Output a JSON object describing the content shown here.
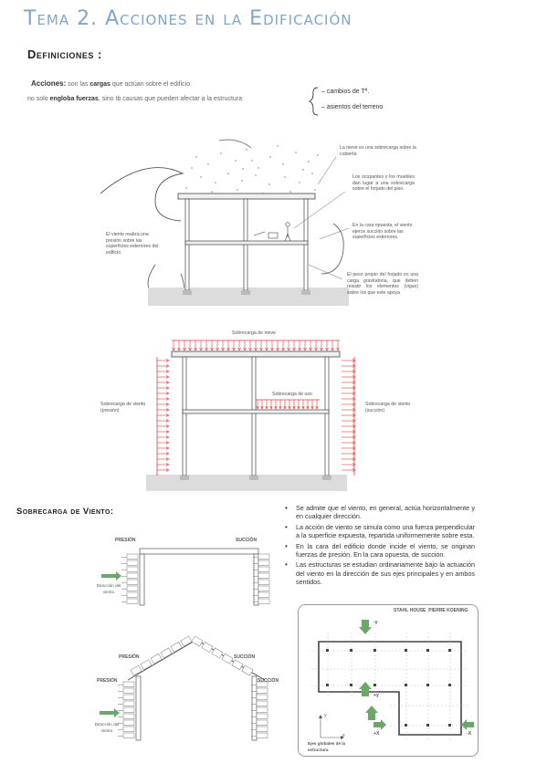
{
  "title": "Tema 2. Acciones en la Edificación",
  "definitions": {
    "heading": "Definiciones :",
    "acciones_label": "Acciones:",
    "acciones_text_a": "son las",
    "acciones_word_cargas": "cargas",
    "acciones_text_b": "que actúan sobre el edificio.",
    "line2_a": "no solo",
    "line2_word": "engloba fuerzas",
    "line2_b": ", sino tb causas que pueden afectar a la estructura",
    "brace_item_1": "– cambios de Tª.",
    "brace_item_2": "– asientos del terreno"
  },
  "figure1": {
    "note_snow": "La nieve es una sobrecarga sobre la cubierta",
    "note_occupants": "Los ocupantes y los muebles dan lugar a una sobrecarga sobre el forjado del piso.",
    "note_suction": "En la cara opuesta, el viento ejerce succión sobre las superficies exteriores.",
    "note_pressure": "El viento realiza una presión sobre las superficies exteriores del edificio",
    "note_selfweight": "El peso propio del forjado es una carga gravitatoria, que deben resistir los elementos (vigas) sobre los que este apoya"
  },
  "figure2": {
    "snow_label": "Sobrecarga de nieve",
    "use_label": "Sobrecarga de uso",
    "wind_pressure_label": "Sobrecarga de viento (presión)",
    "wind_suction_label": "Sobrecarga de viento (succión)"
  },
  "wind": {
    "heading": "Sobrecarga de Viento:",
    "bullets": [
      "Se admite que el viento, en general, actúa horizontalmente y en cualquier dirección.",
      "La acción de viento se simula como una fuerza perpendicular a la superficie expuesta, repartida uniformemente sobre esta.",
      "En la cara del edificio donde incide el viento, se originan fuerzas de presión. En la cara opuesta, de succión.",
      "Las estructuras se estudian ordinariamente bajo la actuación del viento en la dirección de sus ejes principales y en ambos sentidos."
    ],
    "flat": {
      "pressure": "PRESIÓN",
      "suction": "SUCCIÓN",
      "dir": "Dirección del viento"
    },
    "gable": {
      "pressure_roof": "PRESIÓN",
      "suction_roof": "SUCCIÓN",
      "pressure_wall": "PRESIÓN",
      "suction_wall": "SUCCIÓN",
      "dir": "Dirección del viento"
    },
    "plan": {
      "title": "STAHL HOUSE_PIERRE KOENING",
      "neg_y": "-y",
      "pos_y": "+y",
      "pos_x": "+X",
      "neg_x": "-X",
      "axis_y": "y",
      "axis_x": "x",
      "axes_caption": "Ejes globales de la estructura"
    }
  },
  "colors": {
    "title": "#7ea6cc",
    "load_red": "#e23b3b",
    "wind_green": "#6aa86a",
    "ground": "#d8d8d8"
  }
}
